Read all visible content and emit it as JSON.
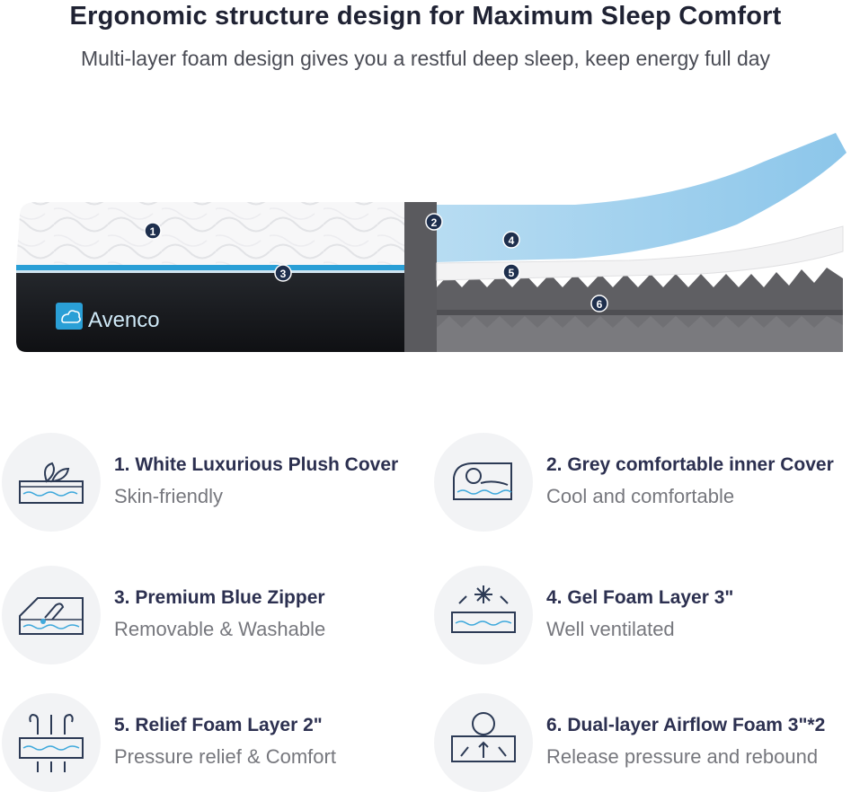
{
  "header": {
    "title": "Ergonomic structure design for Maximum Sleep Comfort",
    "subtitle": "Multi-layer foam design gives you a restful deep sleep,  keep energy full day"
  },
  "mattress": {
    "brand": "Avenco",
    "markers": [
      "1",
      "2",
      "3",
      "4",
      "5",
      "6"
    ],
    "colors": {
      "gel_foam": "#a9d4ee",
      "zipper": "#2a9fd6",
      "base": "#15171b",
      "inner_cover": "#5a5a5e",
      "airflow_foam": "#6e6e72"
    }
  },
  "features": [
    {
      "title": "1. White Luxurious Plush Cover",
      "subtitle": "Skin-friendly",
      "icon": "leaf-cover-icon"
    },
    {
      "title": "2. Grey comfortable inner Cover",
      "subtitle": "Cool and comfortable",
      "icon": "sleeping-person-icon"
    },
    {
      "title": "3. Premium Blue Zipper",
      "subtitle": "Removable & Washable",
      "icon": "zipper-icon"
    },
    {
      "title": "4.  Gel Foam Layer 3\"",
      "subtitle": "Well ventilated",
      "icon": "cooling-snowflake-icon"
    },
    {
      "title": "5. Relief Foam Layer 2\"",
      "subtitle": "Pressure relief & Comfort",
      "icon": "airflow-icon"
    },
    {
      "title": "6. Dual-layer Airflow Foam 3\"*2",
      "subtitle": "Release pressure and rebound",
      "icon": "pressure-rebound-icon"
    }
  ]
}
